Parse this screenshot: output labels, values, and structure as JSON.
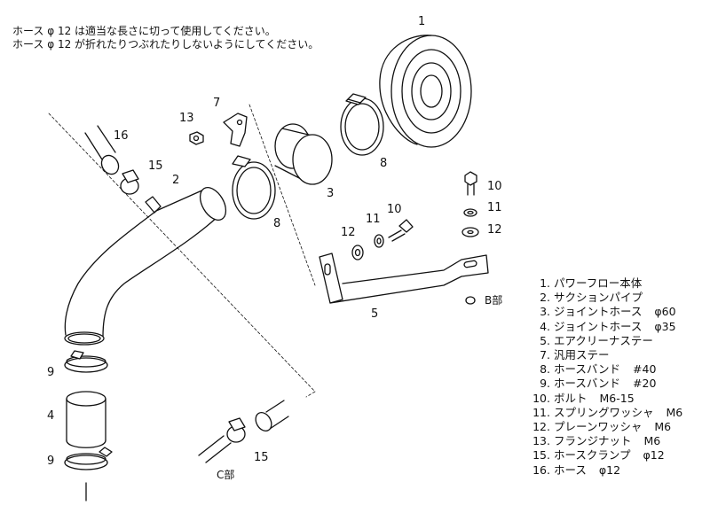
{
  "notes": [
    "ホース φ 12 は適当な長さに切って使用してください。",
    "ホース φ 12 が折れたりつぶれたりしないようにしてください。"
  ],
  "callouts": {
    "n1": "1",
    "n2": "2",
    "n3": "3",
    "n5": "5",
    "n7": "7",
    "n8a": "8",
    "n8b": "8",
    "n9a": "9",
    "n4": "4",
    "n9b": "9",
    "n10a": "10",
    "n11a": "11",
    "n12a": "12",
    "n13": "13",
    "n10b": "10",
    "n11b": "11",
    "n12b": "12",
    "n15a": "15",
    "n15b": "15",
    "n16": "16"
  },
  "detail_labels": {
    "b": "B部",
    "c": "C部"
  },
  "legend": [
    {
      "no": "1.",
      "name": "パワーフロー本体",
      "spec": ""
    },
    {
      "no": "2.",
      "name": "サクションパイプ",
      "spec": ""
    },
    {
      "no": "3.",
      "name": "ジョイントホース",
      "spec": "φ60"
    },
    {
      "no": "4.",
      "name": "ジョイントホース",
      "spec": "φ35"
    },
    {
      "no": "5.",
      "name": "エアクリーナステー",
      "spec": ""
    },
    {
      "no": "7.",
      "name": "汎用ステー",
      "spec": ""
    },
    {
      "no": "8.",
      "name": "ホースバンド",
      "spec": "#40"
    },
    {
      "no": "9.",
      "name": "ホースバンド",
      "spec": "#20"
    },
    {
      "no": "10.",
      "name": "ボルト",
      "spec": "M6-15"
    },
    {
      "no": "11.",
      "name": "スプリングワッシャ",
      "spec": "M6"
    },
    {
      "no": "12.",
      "name": "プレーンワッシャ",
      "spec": "M6"
    },
    {
      "no": "13.",
      "name": "フランジナット",
      "spec": "M6"
    },
    {
      "no": "15.",
      "name": "ホースクランプ",
      "spec": "φ12"
    },
    {
      "no": "16.",
      "name": "ホース",
      "spec": "φ12"
    }
  ]
}
